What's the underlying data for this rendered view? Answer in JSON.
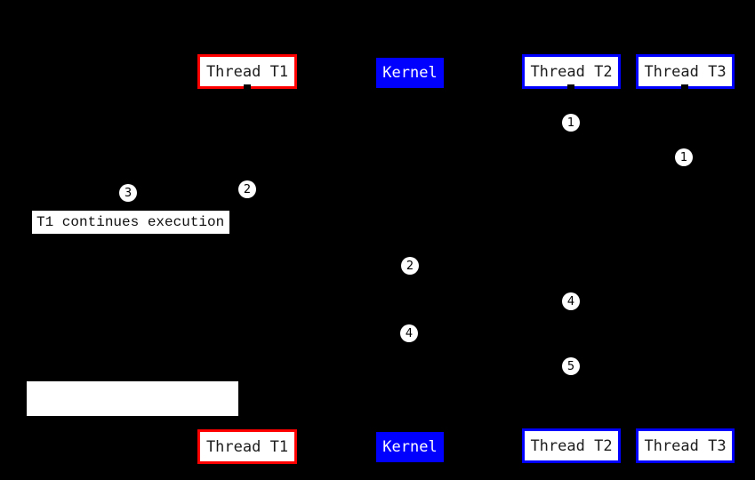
{
  "diagram": {
    "background_color": "#000000",
    "colors": {
      "thread_t1_border": "#ff0000",
      "thread_t2_border": "#0000ff",
      "thread_t3_border": "#0000ff",
      "kernel_fill": "#0000ff",
      "box_fill": "#ffffff",
      "box_text": "#1c1c1c",
      "kernel_text": "#ffffff",
      "step_fill": "#ffffff",
      "step_text": "#000000"
    },
    "boxes": {
      "thread_t1": {
        "label": "Thread T1"
      },
      "kernel": {
        "label": "Kernel"
      },
      "thread_t2": {
        "label": "Thread T2"
      },
      "thread_t3": {
        "label": "Thread T3"
      }
    },
    "steps": [
      {
        "number": "1",
        "lane": "thread-t2"
      },
      {
        "number": "1",
        "lane": "thread-t3"
      },
      {
        "number": "3",
        "lane": "left-of-thread-t1"
      },
      {
        "number": "2",
        "lane": "thread-t1"
      },
      {
        "number": "2",
        "lane": "kernel"
      },
      {
        "number": "4",
        "lane": "thread-t2"
      },
      {
        "number": "4",
        "lane": "kernel"
      },
      {
        "number": "5",
        "lane": "thread-t2"
      }
    ],
    "annotations": {
      "t1_continues": "T1 continues execution",
      "blank_label": ""
    }
  }
}
